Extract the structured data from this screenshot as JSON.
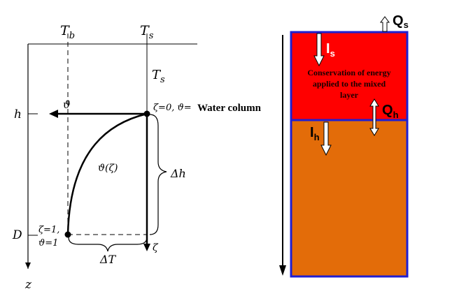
{
  "diagram": {
    "left_panel": {
      "top_labels": {
        "t_bottom": "T",
        "t_bottom_sub": "b",
        "t_surface": "T",
        "t_surface_sub": "s"
      },
      "right_top_label": {
        "main": "T",
        "sub": "s"
      },
      "axis_labels": {
        "h": "h",
        "d": "D",
        "z": "z"
      },
      "arrow_label_theta": "ϑ",
      "surface_point_label": "ζ=0, ϑ=",
      "water_column_label": "Water column",
      "curve_label": "ϑ(ζ)",
      "bottom_point_label_line1": "ζ=1,",
      "bottom_point_label_line2": "ϑ=1",
      "delta_h": "Δh",
      "delta_t": "ΔT",
      "zeta_axis": "ζ"
    },
    "right_panel": {
      "flux_top": {
        "main": "Q",
        "sub": "s"
      },
      "irradiance_surface": {
        "main": "I",
        "sub": "s"
      },
      "mixed_layer_text_line1": "Conservation of energy",
      "mixed_layer_text_line2": "applied to the mixed",
      "mixed_layer_text_line3": "layer",
      "flux_mid": {
        "main": "Q",
        "sub": "h"
      },
      "irradiance_deep": {
        "main": "I",
        "sub": "h"
      },
      "colors": {
        "mixed_layer": "#ff0000",
        "deep_layer": "#e36c09",
        "border": "#1f1fd1"
      }
    }
  }
}
